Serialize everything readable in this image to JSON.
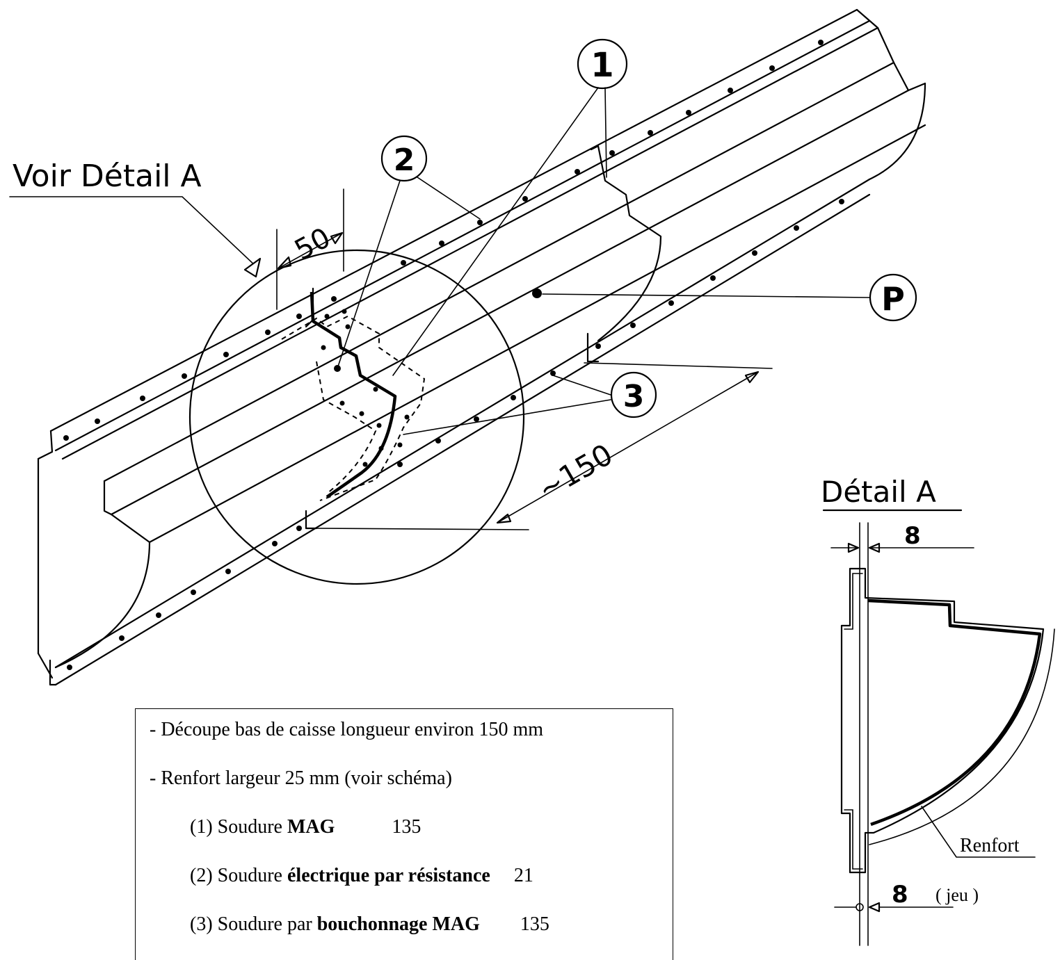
{
  "drawing": {
    "see_detail_label": "Voir Détail A",
    "dimension_50": "50",
    "dimension_150": "~150",
    "callouts": {
      "one": "1",
      "two": "2",
      "three": "3",
      "p": "P"
    }
  },
  "detail": {
    "title": "Détail A",
    "top_dim": "8",
    "bottom_dim": "8",
    "bottom_dim_note": "( jeu )",
    "renfort_label": "Renfort"
  },
  "legend": {
    "line1": "- Découpe bas de caisse longueur environ 150 mm",
    "line2": "- Renfort largeur 25 mm (voir schéma)",
    "line3_prefix": "(1) Soudure ",
    "line3_bold": "MAG",
    "line3_code": "135",
    "line4_prefix": "(2) Soudure ",
    "line4_bold": "électrique par résistance",
    "line4_code": "21",
    "line5_prefix": "(3) Soudure par ",
    "line5_bold": "bouchonnage MAG",
    "line5_code": "135"
  }
}
